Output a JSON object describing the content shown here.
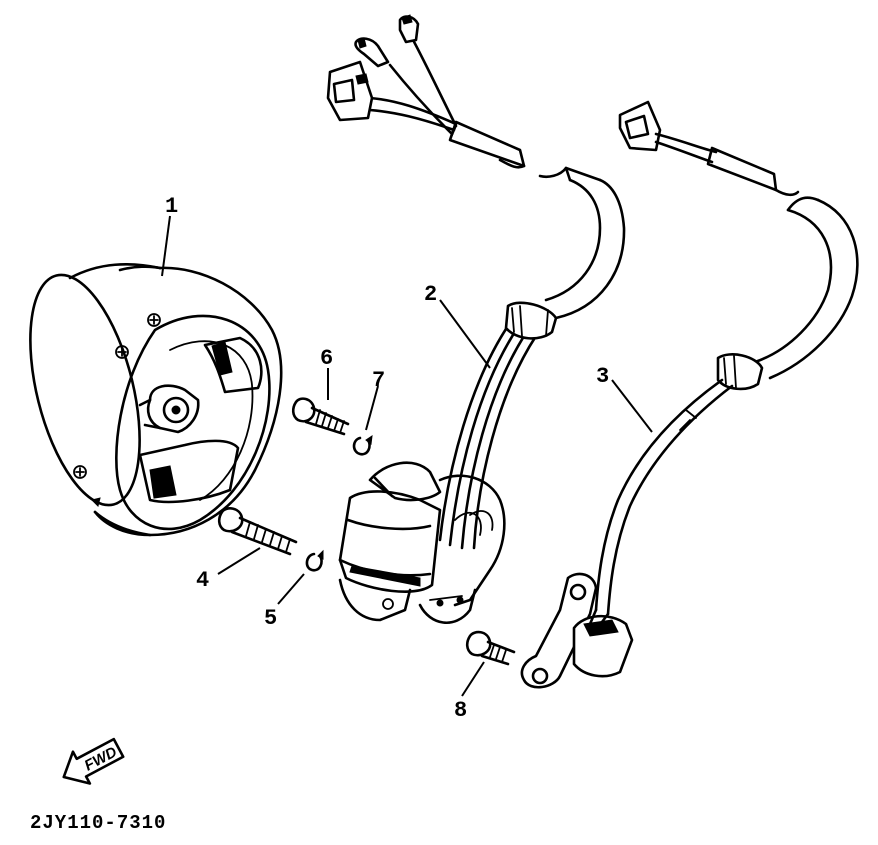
{
  "diagram": {
    "drawing_code": "2JY110-7310",
    "fwd_label": "FWD",
    "callouts": [
      {
        "id": "1",
        "label": "1"
      },
      {
        "id": "2",
        "label": "2"
      },
      {
        "id": "3",
        "label": "3"
      },
      {
        "id": "4",
        "label": "4"
      },
      {
        "id": "5",
        "label": "5"
      },
      {
        "id": "6",
        "label": "6"
      },
      {
        "id": "7",
        "label": "7"
      },
      {
        "id": "8",
        "label": "8"
      }
    ]
  }
}
